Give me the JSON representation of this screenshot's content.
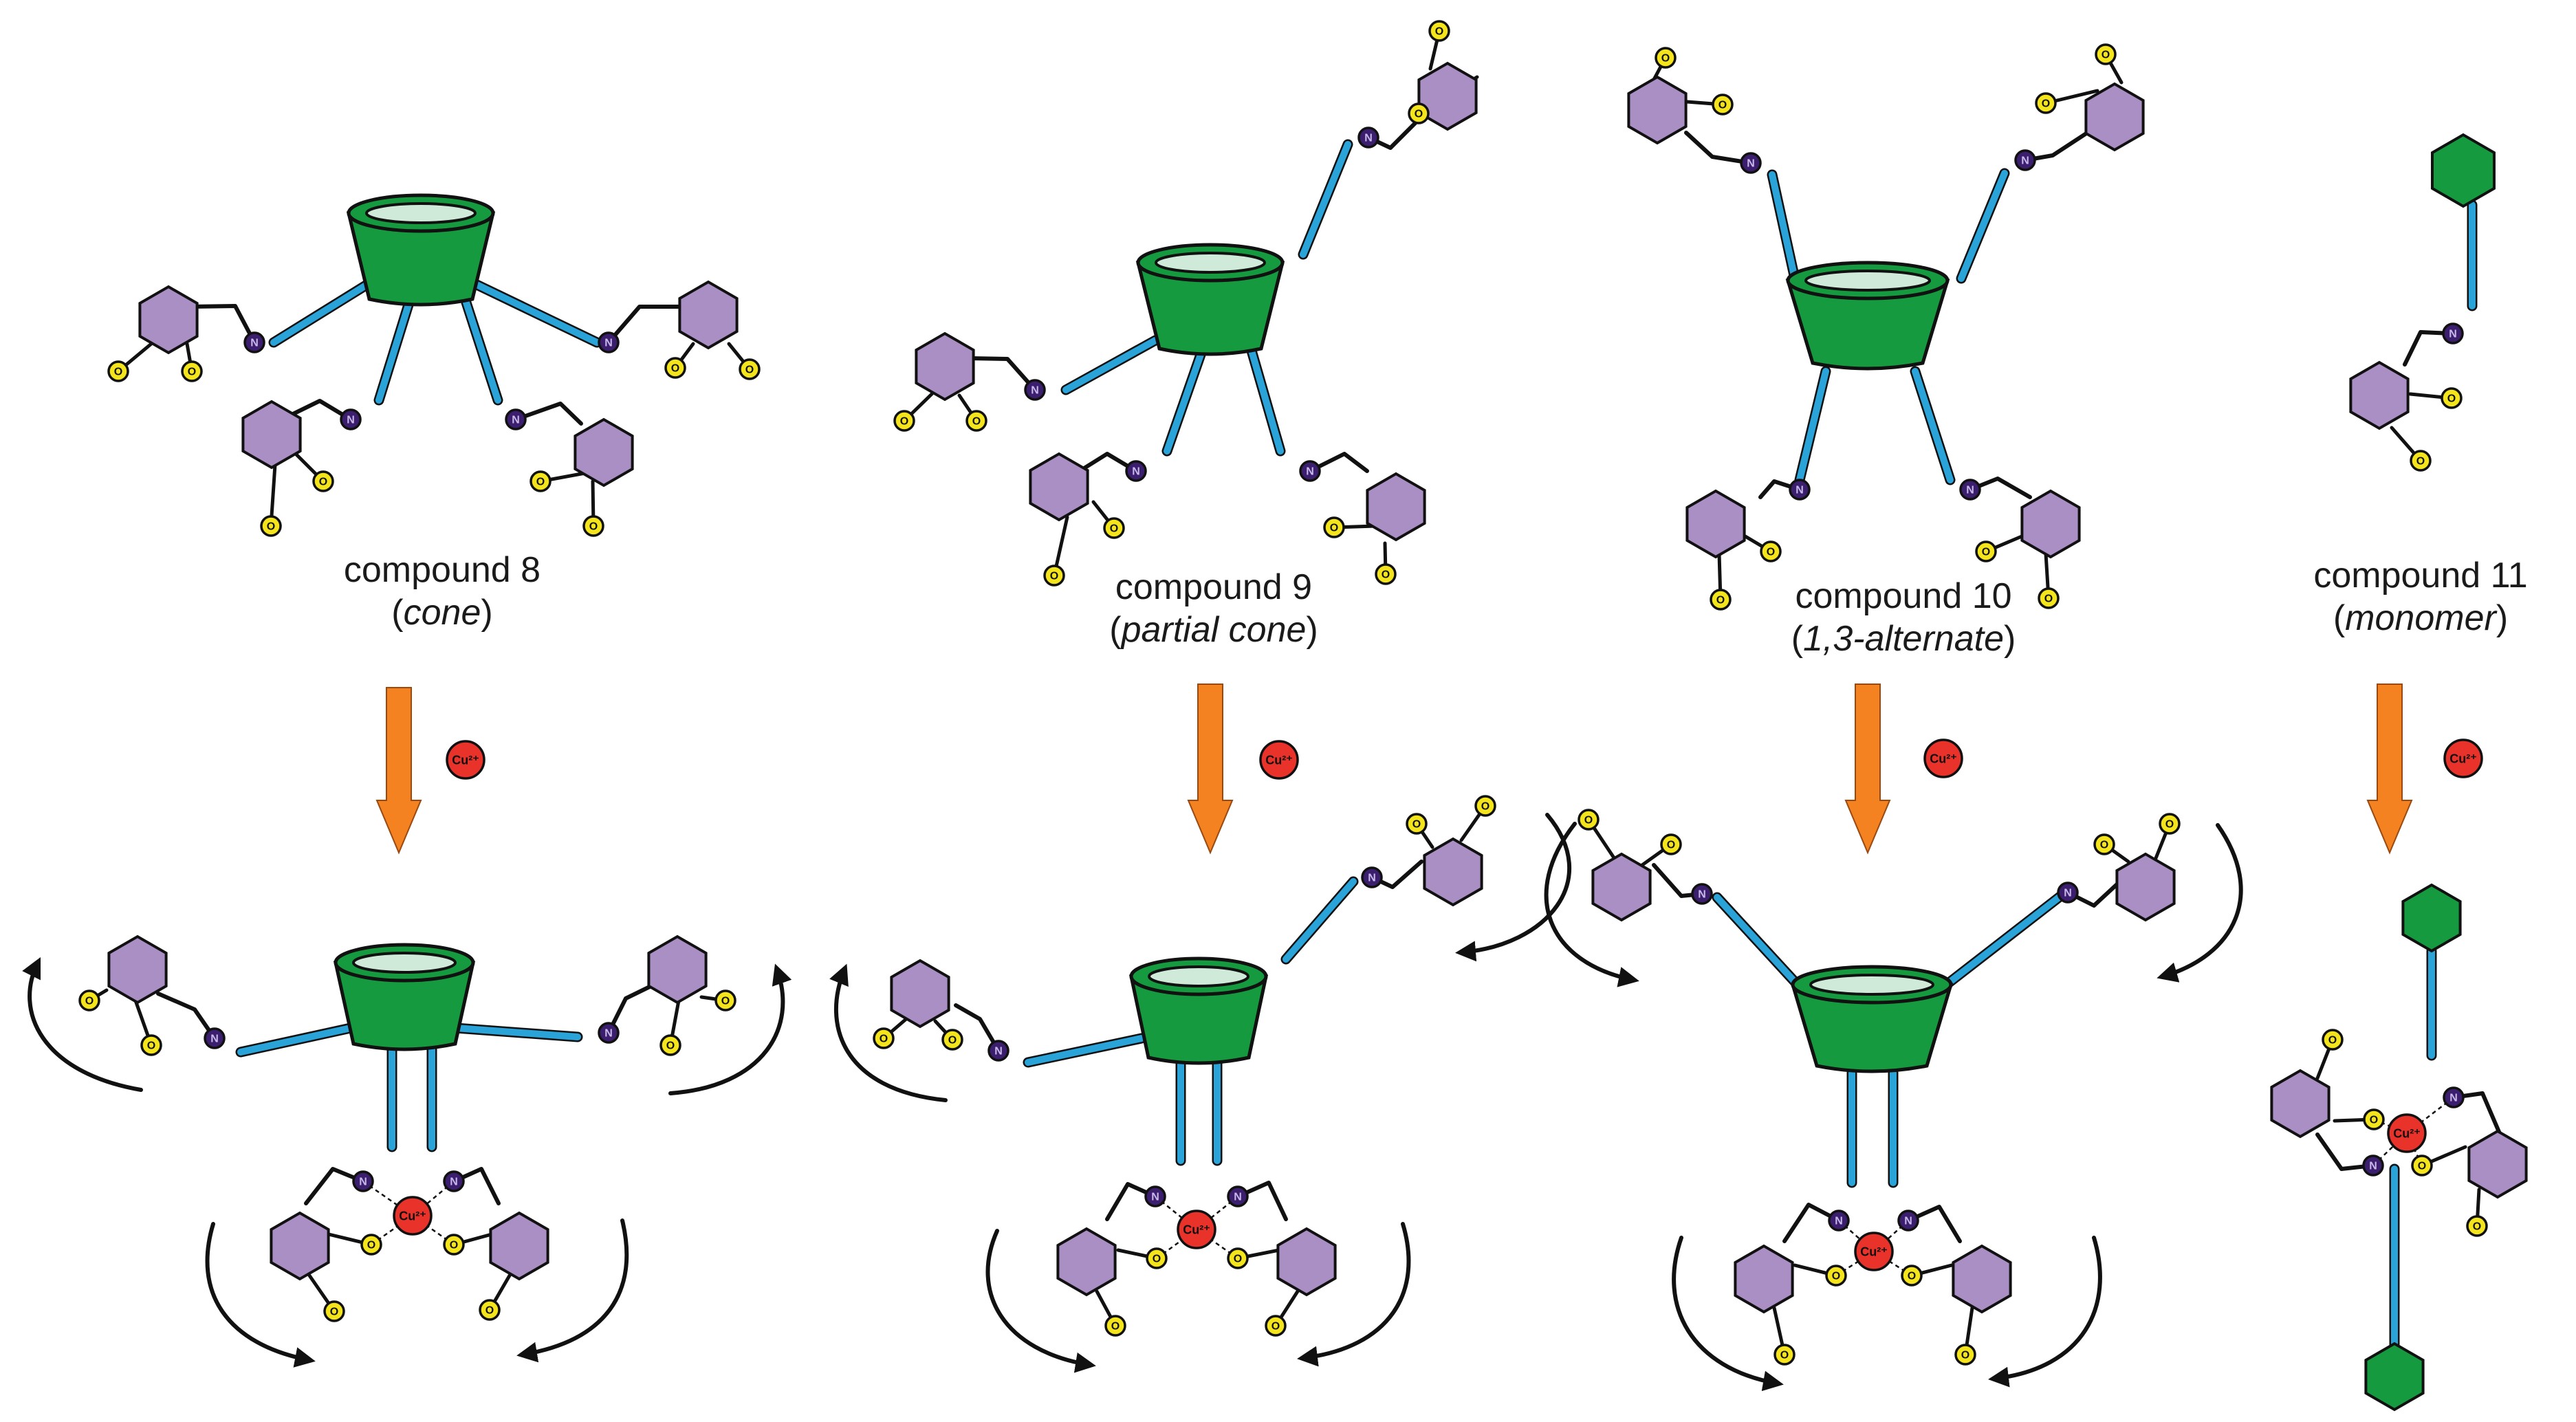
{
  "compounds": [
    {
      "label": "compound 8",
      "conformation": "cone"
    },
    {
      "label": "compound 9",
      "conformation": "partial cone"
    },
    {
      "label": "compound 10",
      "conformation": "1,3-alternate"
    },
    {
      "label": "compound 11",
      "conformation": "monomer"
    }
  ],
  "atoms": {
    "nitrogen": "N",
    "oxygen": "O",
    "copper": "Cu²⁺"
  },
  "colors": {
    "calixarene": "#159a3f",
    "calixarene_rim": "#cfead9",
    "phenyl": "#a98fc4",
    "linker": "#29a3d8",
    "nitrogen": "#3b1f6e",
    "oxygen": "#f4e41c",
    "copper": "#e8322a",
    "arrow": "#f58220",
    "motion": "#111111"
  },
  "icons": [
    "down-arrow-icon",
    "copper-ion-icon",
    "curved-arrow-icon"
  ]
}
